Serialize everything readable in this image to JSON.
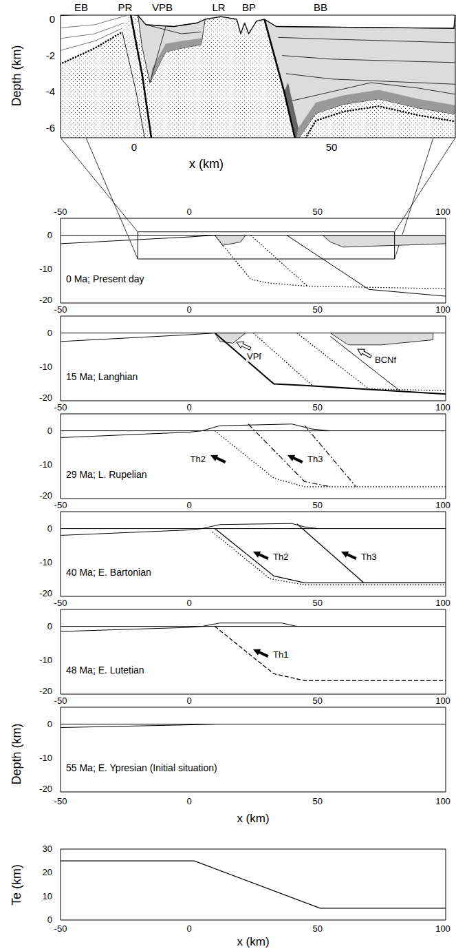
{
  "diagram": {
    "labels": [
      "EB",
      "PR",
      "VPB",
      "LR",
      "BP",
      "BB",
      "Depth (km)",
      "0",
      "-2",
      "-4",
      "-6",
      "0",
      "50",
      "x (km)",
      "-50",
      "0",
      "50",
      "100",
      "0",
      "-10",
      "-20",
      "0 Ma; Present day",
      "-50",
      "0",
      "50",
      "100",
      "0",
      "-10",
      "-20",
      "15 Ma; Langhian",
      "VPf",
      "BCNf",
      "-50",
      "0",
      "50",
      "100",
      "0",
      "-10",
      "-20",
      "29 Ma; L. Rupelian",
      "Th2",
      "Th3",
      "-50",
      "0",
      "50",
      "100",
      "0",
      "-10",
      "-20",
      "40 Ma; E. Bartonian",
      "Th2",
      "Th3",
      "-50",
      "0",
      "50",
      "100",
      "0",
      "-10",
      "-20",
      "48 Ma; E. Lutetian",
      "Th1",
      "-50",
      "0",
      "50",
      "100",
      "0",
      "-10",
      "-20",
      "55 Ma; E. Ypresian (Initial situation)",
      "Depth (km)",
      "-50",
      "0",
      "50",
      "100",
      "x (km)",
      "Te (km)",
      "0",
      "10",
      "20",
      "30",
      "-50",
      "0",
      "50",
      "100",
      "x (km)"
    ]
  }
}
